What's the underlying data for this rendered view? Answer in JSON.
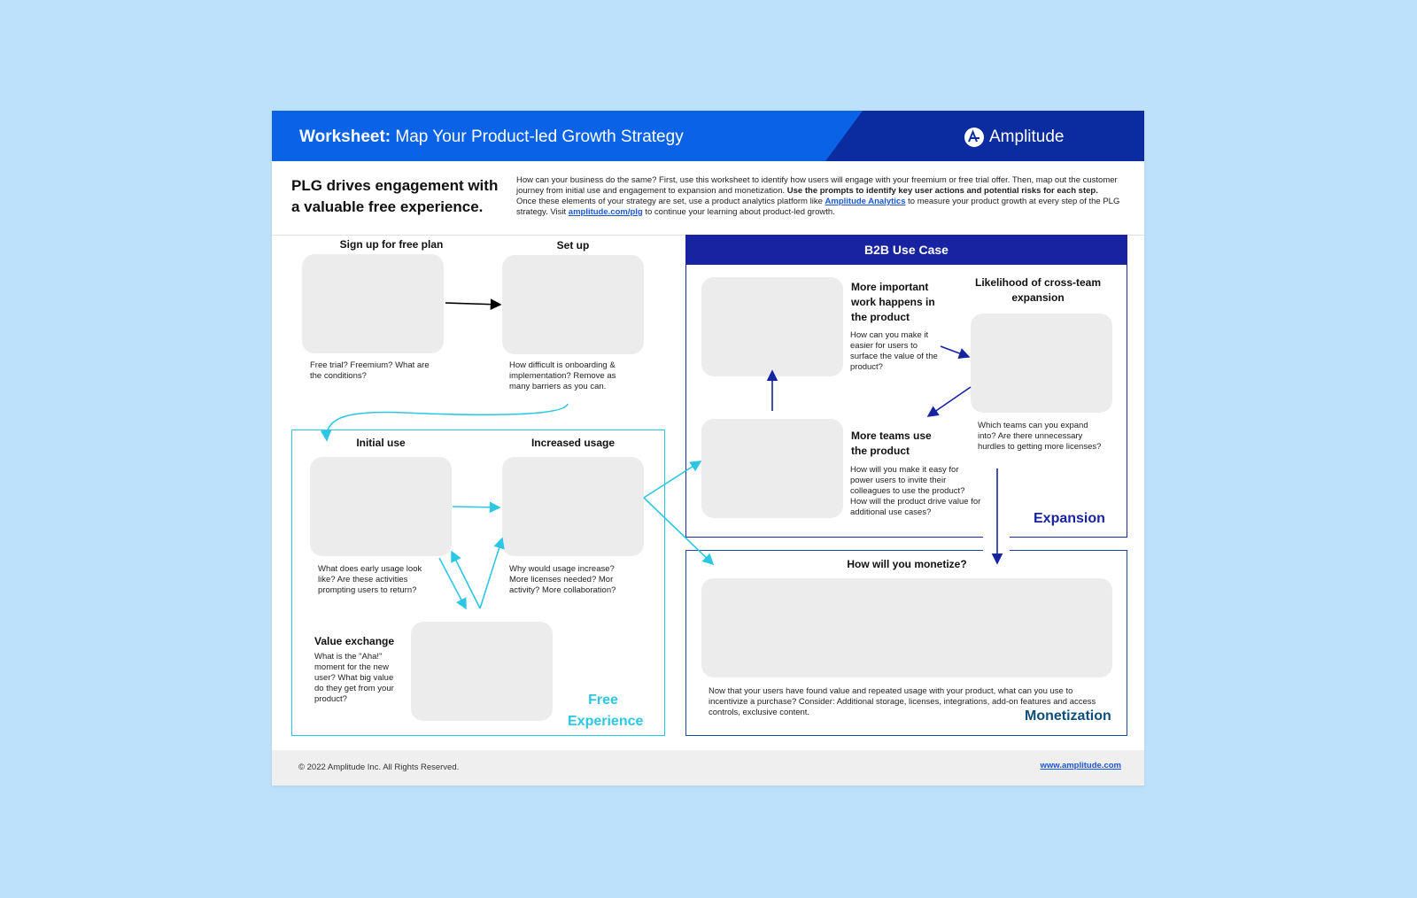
{
  "header": {
    "title_bold": "Worksheet:",
    "title_rest": "Map Your Product-led Growth Strategy",
    "logo_text": "Amplitude"
  },
  "intro": {
    "title": "PLG drives engagement with a valuable free experience.",
    "text_1": "How can your business do the same? First, use this worksheet to identify how users will engage with your freemium or free trial offer. Then, map out the customer journey from initial use and engagement to expansion and monetization. ",
    "text_bold": "Use the prompts to identify key user actions and potential risks for each step.",
    "text_2": " Once these elements of your strategy are set, use a product analytics platform like ",
    "link_1": "Amplitude Analytics",
    "text_3": " to measure your product growth at every step of the PLG strategy. Visit ",
    "link_2": "amplitude.com/plg",
    "text_4": " to continue your learning about product-led growth."
  },
  "steps": {
    "signup": {
      "label": "Sign up for free plan",
      "note": "Free trial? Freemium? What are the conditions?"
    },
    "setup": {
      "label": "Set up",
      "note": "How difficult is onboarding & implementation? Remove as many barriers as you can."
    },
    "initial": {
      "label": "Initial use",
      "note": "What does early usage look like? Are these activities prompting users to return?"
    },
    "increased": {
      "label": "Increased usage",
      "note": "Why would usage increase? More licenses needed? Mor activity? More collaboration?"
    },
    "value": {
      "label": "Value exchange",
      "note": "What is the \"Aha!\" moment for the new user? What big value do they get from your product?"
    },
    "important": {
      "label": "More important work happens in the product",
      "note": "How can you make it easier for users to surface the value of the product?"
    },
    "likelihood": {
      "label": "Likelihood of cross-team expansion",
      "note": "Which teams can you expand into? Are there unnecessary hurdles to getting more licenses?"
    },
    "teams": {
      "label": "More teams use the product",
      "note": "How will you make it easy for power users to invite their colleagues to use the product? How will the product drive value for additional use cases?"
    },
    "monetize": {
      "label": "How will you monetize?",
      "note": "Now that your users have found value and repeated usage with your product, what can you use to incentivize a purchase? Consider: Additional storage, licenses, integrations, add-on features and access controls, exclusive content."
    }
  },
  "sections": {
    "b2b": "B2B Use Case",
    "free_1": "Free",
    "free_2": "Experience",
    "expansion": "Expansion",
    "monetization": "Monetization"
  },
  "footer": {
    "copyright": "© 2022 Amplitude Inc.  All Rights Reserved.",
    "link": "www.amplitude.com"
  },
  "colors": {
    "background": "#bde0fb",
    "header_blue": "#0a63e6",
    "header_dark": "#0b2ba0",
    "free_cyan": "#2cc7e3",
    "b2b_navy": "#1723a0",
    "monetization_teal": "#0d4f7a"
  },
  "icons": [
    "amplitude-logo-icon"
  ]
}
